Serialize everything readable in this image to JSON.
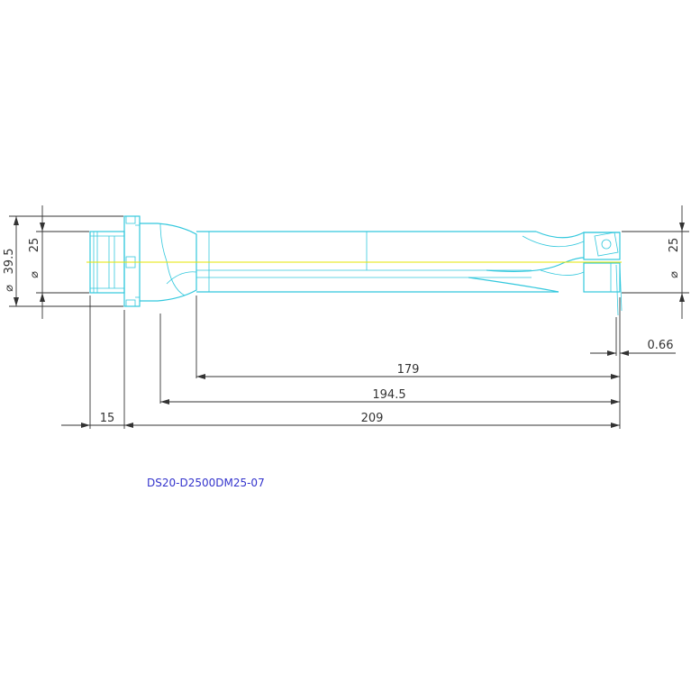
{
  "drawing": {
    "part_number": "DS20-D2500DM25-07",
    "dimensions": {
      "dia_symbol": "⌀",
      "flange_dia": "39.5",
      "shank_dia": "25",
      "tip_dia": "25",
      "tip_offset": "0.66",
      "flute_length": "179",
      "body_length": "194.5",
      "flange_width": "15",
      "overall_length": "209"
    },
    "colors": {
      "part_outline": "#33c8dd",
      "dimension": "#333333",
      "centerline": "#e6e600",
      "caption": "#3333cc"
    }
  }
}
